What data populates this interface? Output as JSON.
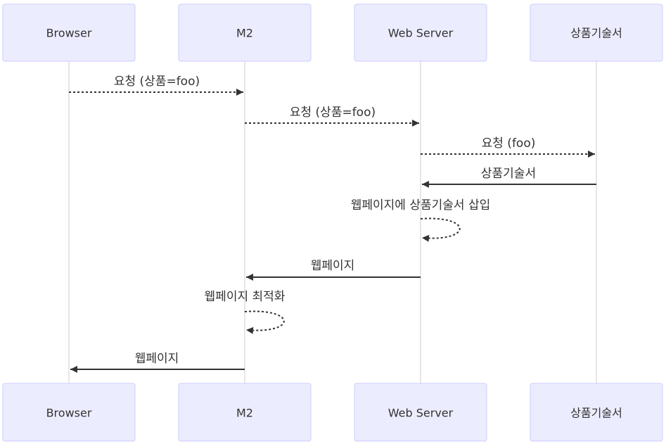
{
  "actors": [
    {
      "id": "browser",
      "label": "Browser"
    },
    {
      "id": "m2",
      "label": "M2"
    },
    {
      "id": "webserver",
      "label": "Web Server"
    },
    {
      "id": "spec",
      "label": "상품기술서"
    }
  ],
  "messages": [
    {
      "from": "browser",
      "to": "m2",
      "label": "요청 (상품=foo)",
      "style": "dashed"
    },
    {
      "from": "m2",
      "to": "webserver",
      "label": "요청 (상품=foo)",
      "style": "dashed"
    },
    {
      "from": "webserver",
      "to": "spec",
      "label": "요청 (foo)",
      "style": "dashed"
    },
    {
      "from": "spec",
      "to": "webserver",
      "label": "상품기술서",
      "style": "solid"
    },
    {
      "from": "webserver",
      "to": "webserver",
      "label": "웹페이지에 상품기술서 삽입",
      "style": "dashed"
    },
    {
      "from": "webserver",
      "to": "m2",
      "label": "웹페이지",
      "style": "solid"
    },
    {
      "from": "m2",
      "to": "m2",
      "label": "웹페이지 최적화",
      "style": "dashed"
    },
    {
      "from": "m2",
      "to": "browser",
      "label": "웹페이지",
      "style": "solid"
    }
  ],
  "colors": {
    "actor_fill": "#ECECFF",
    "actor_border": "#CCCCFF",
    "lifeline": "#CCCCCC",
    "line": "#333333"
  }
}
